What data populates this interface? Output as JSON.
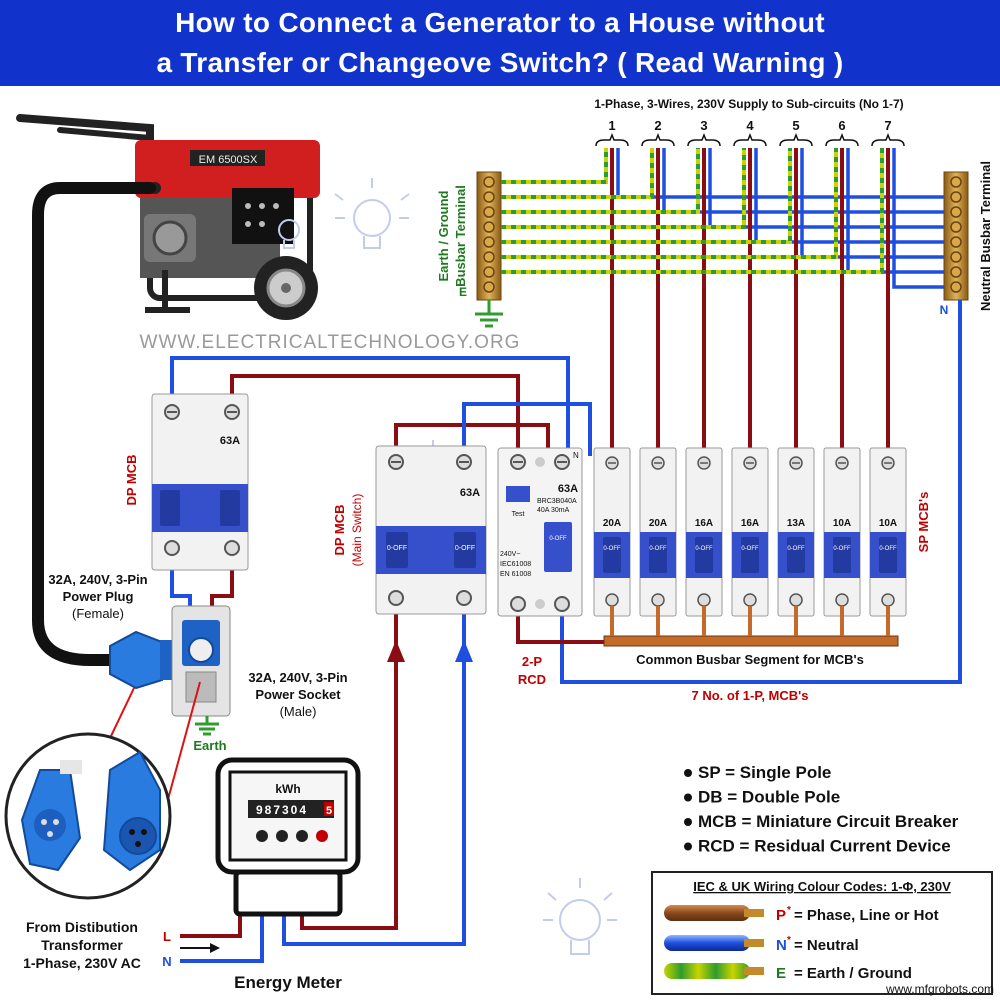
{
  "title": {
    "line1": "How to Connect a Generator to a House without",
    "line2": "a Transfer or Changeove Switch? ( Read Warning )"
  },
  "colors": {
    "line": "#8b0d14",
    "neutral": "#1f4fe0",
    "earth_yellow": "#c8d400",
    "earth_green": "#2e9c2e",
    "banner": "#1133cc",
    "label_red": "#c00000",
    "label_green": "#1f7a1f",
    "mcb_blue": "#3650cc"
  },
  "generator": {
    "model": "EM 6500SX"
  },
  "watermark": "WWW.ELECTRICALTECHNOLOGY.ORG",
  "supply_header": "1-Phase, 3-Wires, 230V Supply to Sub-circuits (No 1-7)",
  "circuit_numbers": [
    "1",
    "2",
    "3",
    "4",
    "5",
    "6",
    "7"
  ],
  "earth_busbar": {
    "label_line1": "Earth / Ground",
    "label_line2": "Busbar Terminal",
    "symbol": "E"
  },
  "neutral_busbar": {
    "label": "Neutral Busbar Terminal",
    "symbol": "N"
  },
  "dp_mcb_generator": {
    "label": "DP MCB",
    "rating": "63A"
  },
  "dp_mcb_main": {
    "label": "DP MCB",
    "sublabel": "(Main Switch)",
    "rating": "63A"
  },
  "rcd": {
    "rating": "63A",
    "model_line1": "BRC3B040A",
    "model_line2": "40A  30mA",
    "test_label": "Test",
    "spec_line1": "240V~",
    "spec_line2": "IEC61008",
    "spec_line3": "EN 61008",
    "label_line1": "2-P",
    "label_line2": "RCD",
    "n_label": "N"
  },
  "mcb_switch_text": "0-OFF",
  "sp_mcbs": {
    "label": "SP MCB's",
    "ratings": [
      "20A",
      "20A",
      "16A",
      "16A",
      "13A",
      "10A",
      "10A"
    ]
  },
  "busbar_segment_label": "Common Busbar Segment for MCB's",
  "mcb_count_label": "7 No. of 1-P, MCB's",
  "plug": {
    "line1": "32A, 240V, 3-Pin",
    "line2": "Power Plug",
    "line3": "(Female)"
  },
  "socket": {
    "line1": "32A, 240V, 3-Pin",
    "line2": "Power Socket",
    "line3": "(Male)"
  },
  "socket_earth_label": "Earth",
  "energy_meter": {
    "label": "Energy Meter",
    "unit": "kWh",
    "reading": "987304",
    "last_digit": "5"
  },
  "source": {
    "line1": "From Distibution",
    "line2": "Transformer",
    "line3": "1-Phase, 230V AC",
    "L": "L",
    "N": "N"
  },
  "abbreviations": [
    "SP = Single Pole",
    "DB = Double Pole",
    "MCB = Miniature Circuit Breaker",
    "RCD = Residual Current Device"
  ],
  "legend": {
    "title": "IEC & UK Wiring Colour Codes: 1-Φ, 230V",
    "items": [
      {
        "symbol": "P",
        "sup": "*",
        "text": "=   Phase, Line or  Hot"
      },
      {
        "symbol": "N",
        "sup": "*",
        "text": "=     Neutral"
      },
      {
        "symbol": "E",
        "sup": "",
        "text": "=     Earth / Ground"
      }
    ]
  },
  "credit": "www.mfgrobots.com"
}
